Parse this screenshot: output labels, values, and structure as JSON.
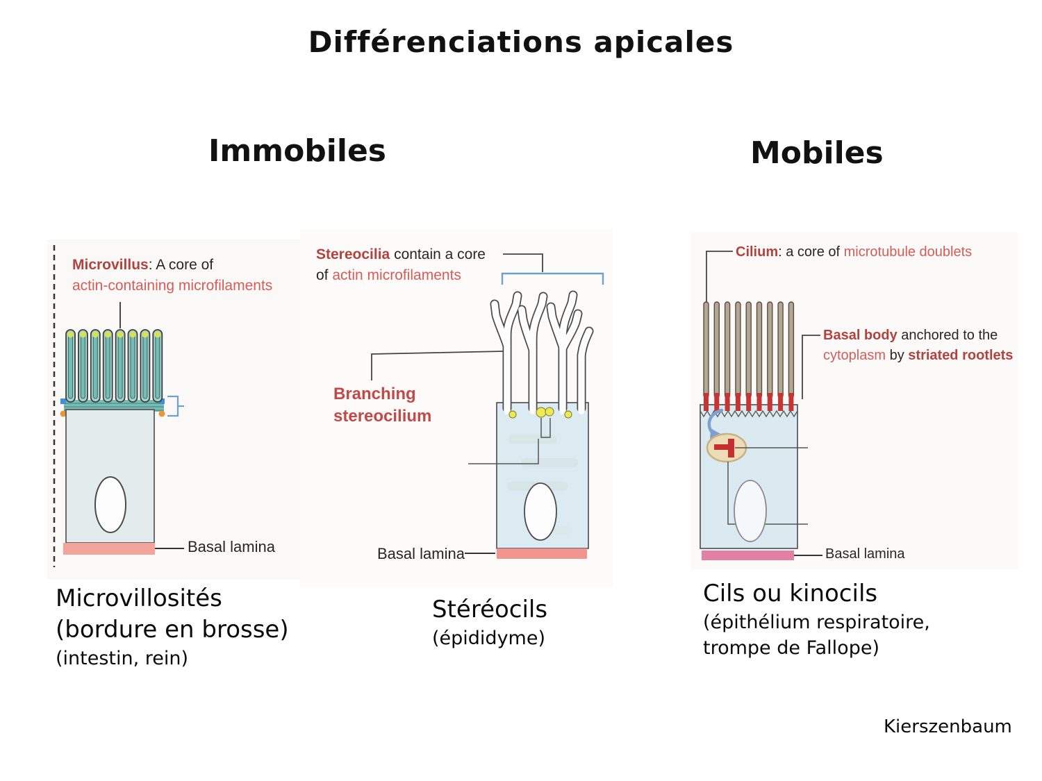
{
  "slide": {
    "title": "Différenciations apicales",
    "column_left": "Immobiles",
    "column_right": "Mobiles",
    "credit": "Kierszenbaum"
  },
  "palette": {
    "label_red_bold": "#b2423e",
    "label_red": "#d65c58",
    "text_dark": "#262626",
    "microvilli_teal": "#a5d3cd",
    "microvilli_tip_yellow_green": "#d7e24e",
    "terminal_web_teal": "#7abcb4",
    "basal_lamina_salmon": "#f2a39a",
    "basal_lamina_pink": "#e27fa3",
    "cilia_tan": "#b3a694",
    "basal_body_red": "#c63434",
    "cell_light_blue": "#dbe9f0",
    "bracket_blue": "#6fa0cc",
    "arrow_blue": "#7da2d2"
  },
  "microvillus_panel": {
    "label_bold": "Microvillus",
    "label_rest": ": A core of",
    "label_line2": "actin-containing microfilaments",
    "basal_lamina_label": "Basal lamina",
    "caption_title": "Microvillosités",
    "caption_sub": "(bordure en brosse)",
    "caption_organs": "(intestin, rein)"
  },
  "stereocilia_panel": {
    "label_bold": "Stereocilia",
    "label_rest": " contain a core",
    "label2_prefix": "of ",
    "label2_red": "actin microfilaments",
    "branching_line1": "Branching",
    "branching_line2": "stereocilium",
    "basal_lamina_label": "Basal lamina",
    "caption_title": "Stéréocils",
    "caption_organs": "(épididyme)"
  },
  "cilium_panel": {
    "label_bold": "Cilium",
    "label_mid": ": a core of ",
    "label_red": "microtubule doublets",
    "bb_bold": "Basal body",
    "bb_rest": " anchored to the",
    "bb2_red": "cytoplasm",
    "bb2_mid": " by ",
    "bb2_bold": "striated rootlets",
    "basal_lamina_label": "Basal lamina",
    "caption_title": "Cils ou kinocils",
    "caption_sub": "(épithélium respiratoire,",
    "caption_organs": "trompe de Fallope)"
  }
}
